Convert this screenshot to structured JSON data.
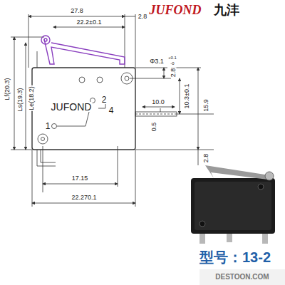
{
  "diagram": {
    "labels": [
      "JUFOND",
      "九沣",
      "27.8",
      "22.2±0.1",
      "2.8",
      "Φ3.1",
      "+0.1",
      "-0",
      "2.8",
      "Lf(20.3)",
      "Ls(19.3)",
      "Le(18.2)",
      "JUFOND",
      "2",
      "4",
      "1",
      "10.0",
      "10.3±0.1",
      "15.9",
      "0.5",
      "2.8",
      "17.15",
      "22.270.1",
      "型号：13-2",
      "DESTOON.COM"
    ]
  }
}
